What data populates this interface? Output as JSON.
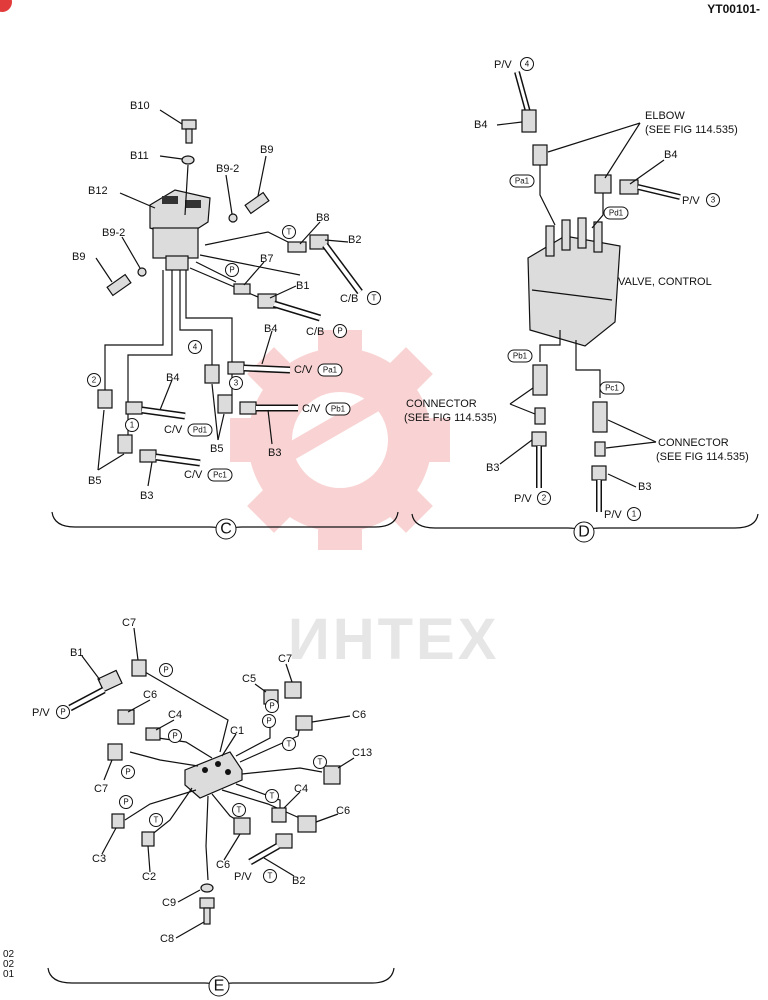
{
  "document": {
    "code": "YT00101-",
    "revision_notes": [
      "02",
      "02",
      "01"
    ],
    "watermark": "ИНТЕХ"
  },
  "section_c": {
    "section_label": "C",
    "part_labels": [
      "B10",
      "B11",
      "B12",
      "B9-2",
      "B9",
      "B9-2",
      "B9",
      "B8",
      "B2",
      "B7",
      "B1",
      "B4",
      "B4",
      "B5",
      "B5",
      "B3",
      "B3"
    ],
    "connection_labels": [
      "C/B",
      "C/B",
      "C/V",
      "C/V",
      "C/V",
      "C/V"
    ],
    "port_markers": [
      "T",
      "P",
      "T",
      "P",
      "4",
      "2",
      "3",
      "1",
      "Pa1",
      "Pb1",
      "Pd1",
      "Pc1"
    ]
  },
  "section_d": {
    "section_label": "D",
    "part_labels": [
      "B4",
      "B4",
      "B3",
      "B3"
    ],
    "connection_labels": [
      "P/V",
      "P/V",
      "P/V",
      "P/V"
    ],
    "port_markers": [
      "4",
      "3",
      "2",
      "1",
      "Pa1",
      "Pd1",
      "Pb1",
      "Pc1"
    ],
    "elbow_note": [
      "ELBOW",
      "(SEE FIG 114.535)"
    ],
    "valve_label": "VALVE, CONTROL",
    "connector_note_left": [
      "CONNECTOR",
      "(SEE FIG 114.535)"
    ],
    "connector_note_right": [
      "CONNECTOR",
      "(SEE FIG 114.535)"
    ]
  },
  "section_e": {
    "section_label": "E",
    "part_labels": [
      "C7",
      "B1",
      "C6",
      "C4",
      "C7",
      "C5",
      "C7",
      "C1",
      "C6",
      "C13",
      "C4",
      "C6",
      "C3",
      "C2",
      "C6",
      "B2",
      "C9",
      "C8"
    ],
    "connection_labels": [
      "P/V",
      "P/V"
    ],
    "port_markers": [
      "P",
      "P",
      "P",
      "P",
      "P",
      "P",
      "T",
      "T",
      "T",
      "T",
      "T",
      "T",
      "P",
      "T"
    ]
  }
}
